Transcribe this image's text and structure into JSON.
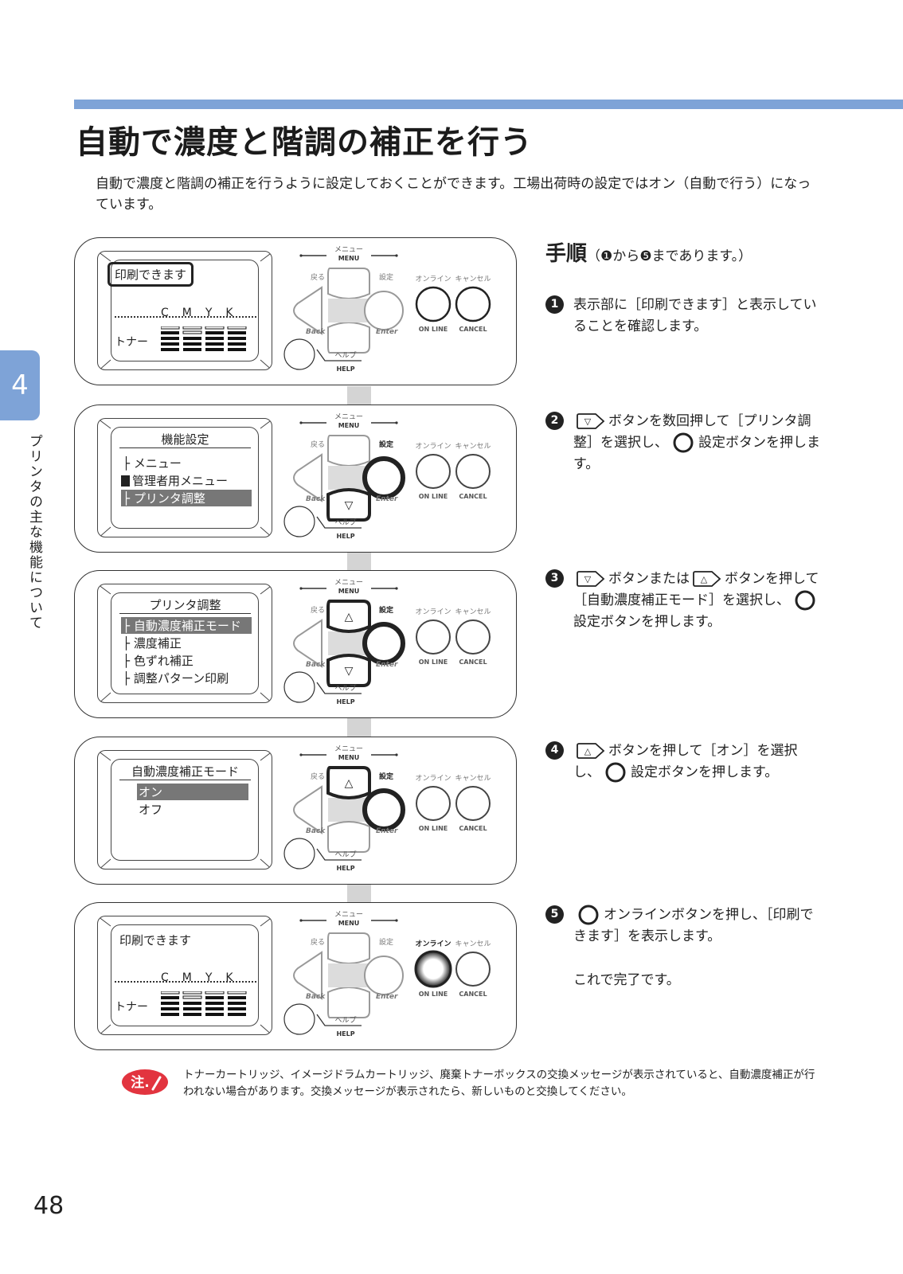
{
  "page": {
    "title": "自動で濃度と階調の補正を行う",
    "intro": "自動で濃度と階調の補正を行うように設定しておくことができます。工場出荷時の設定ではオン（自動で行う）になっています。",
    "chapter_number": "4",
    "chapter_title": "プリンタの主な機能について",
    "page_number": "48"
  },
  "colors": {
    "accent": "#7ea3d7",
    "note_red": "#e2343f",
    "highlight": "#777777"
  },
  "control_labels": {
    "menu_jp": "メニュー",
    "menu_en": "MENU",
    "back_jp": "戻る",
    "back_en": "Back",
    "enter_jp": "設定",
    "enter_en": "Enter",
    "online_jp": "オンライン",
    "online_en": "ON LINE",
    "cancel_jp": "キャンセル",
    "cancel_en": "CANCEL",
    "help_jp": "ヘルプ",
    "help_en": "HELP"
  },
  "panels": [
    {
      "lcd_message": "印刷できます",
      "toner_label": "トナー",
      "toner_colors": "CMYK"
    },
    {
      "lcd_title": "機能設定",
      "lcd_items": [
        "メニュー",
        "管理者用メニュー",
        "プリンタ調整"
      ]
    },
    {
      "lcd_title": "プリンタ調整",
      "lcd_items": [
        "自動濃度補正モード",
        "濃度補正",
        "色ずれ補正",
        "調整パターン印刷"
      ]
    },
    {
      "lcd_title": "自動濃度補正モード",
      "lcd_items": [
        "オン",
        "オフ"
      ]
    },
    {
      "lcd_message": "印刷できます",
      "toner_label": "トナー",
      "toner_colors": "CMYK"
    }
  ],
  "steps": {
    "heading": "手順",
    "heading_sub": "（❶から❺まであります。）",
    "items": [
      {
        "num": "1",
        "text": "表示部に［印刷できます］と表示していることを確認します。"
      },
      {
        "num": "2",
        "text_a": "ボタンを数回押して［プリンタ調整］を選択し、",
        "text_b": "設定ボタンを押します。"
      },
      {
        "num": "3",
        "text_a": "ボタンまたは",
        "text_b": "ボタンを押して［自動濃度補正モード］を選択し、",
        "text_c": "設定ボタンを押します。"
      },
      {
        "num": "4",
        "text_a": "ボタンを押して［オン］を選択し、",
        "text_b": "設定ボタンを押します。"
      },
      {
        "num": "5",
        "text_a": "オンラインボタンを押し、［印刷できます］を表示します。",
        "text_b": "これで完了です。"
      }
    ]
  },
  "note": {
    "badge": "注.",
    "text": "トナーカートリッジ、イメージドラムカートリッジ、廃棄トナーボックスの交換メッセージが表示されていると、自動濃度補正が行われない場合があります。交換メッセージが表示されたら、新しいものと交換してください。"
  }
}
